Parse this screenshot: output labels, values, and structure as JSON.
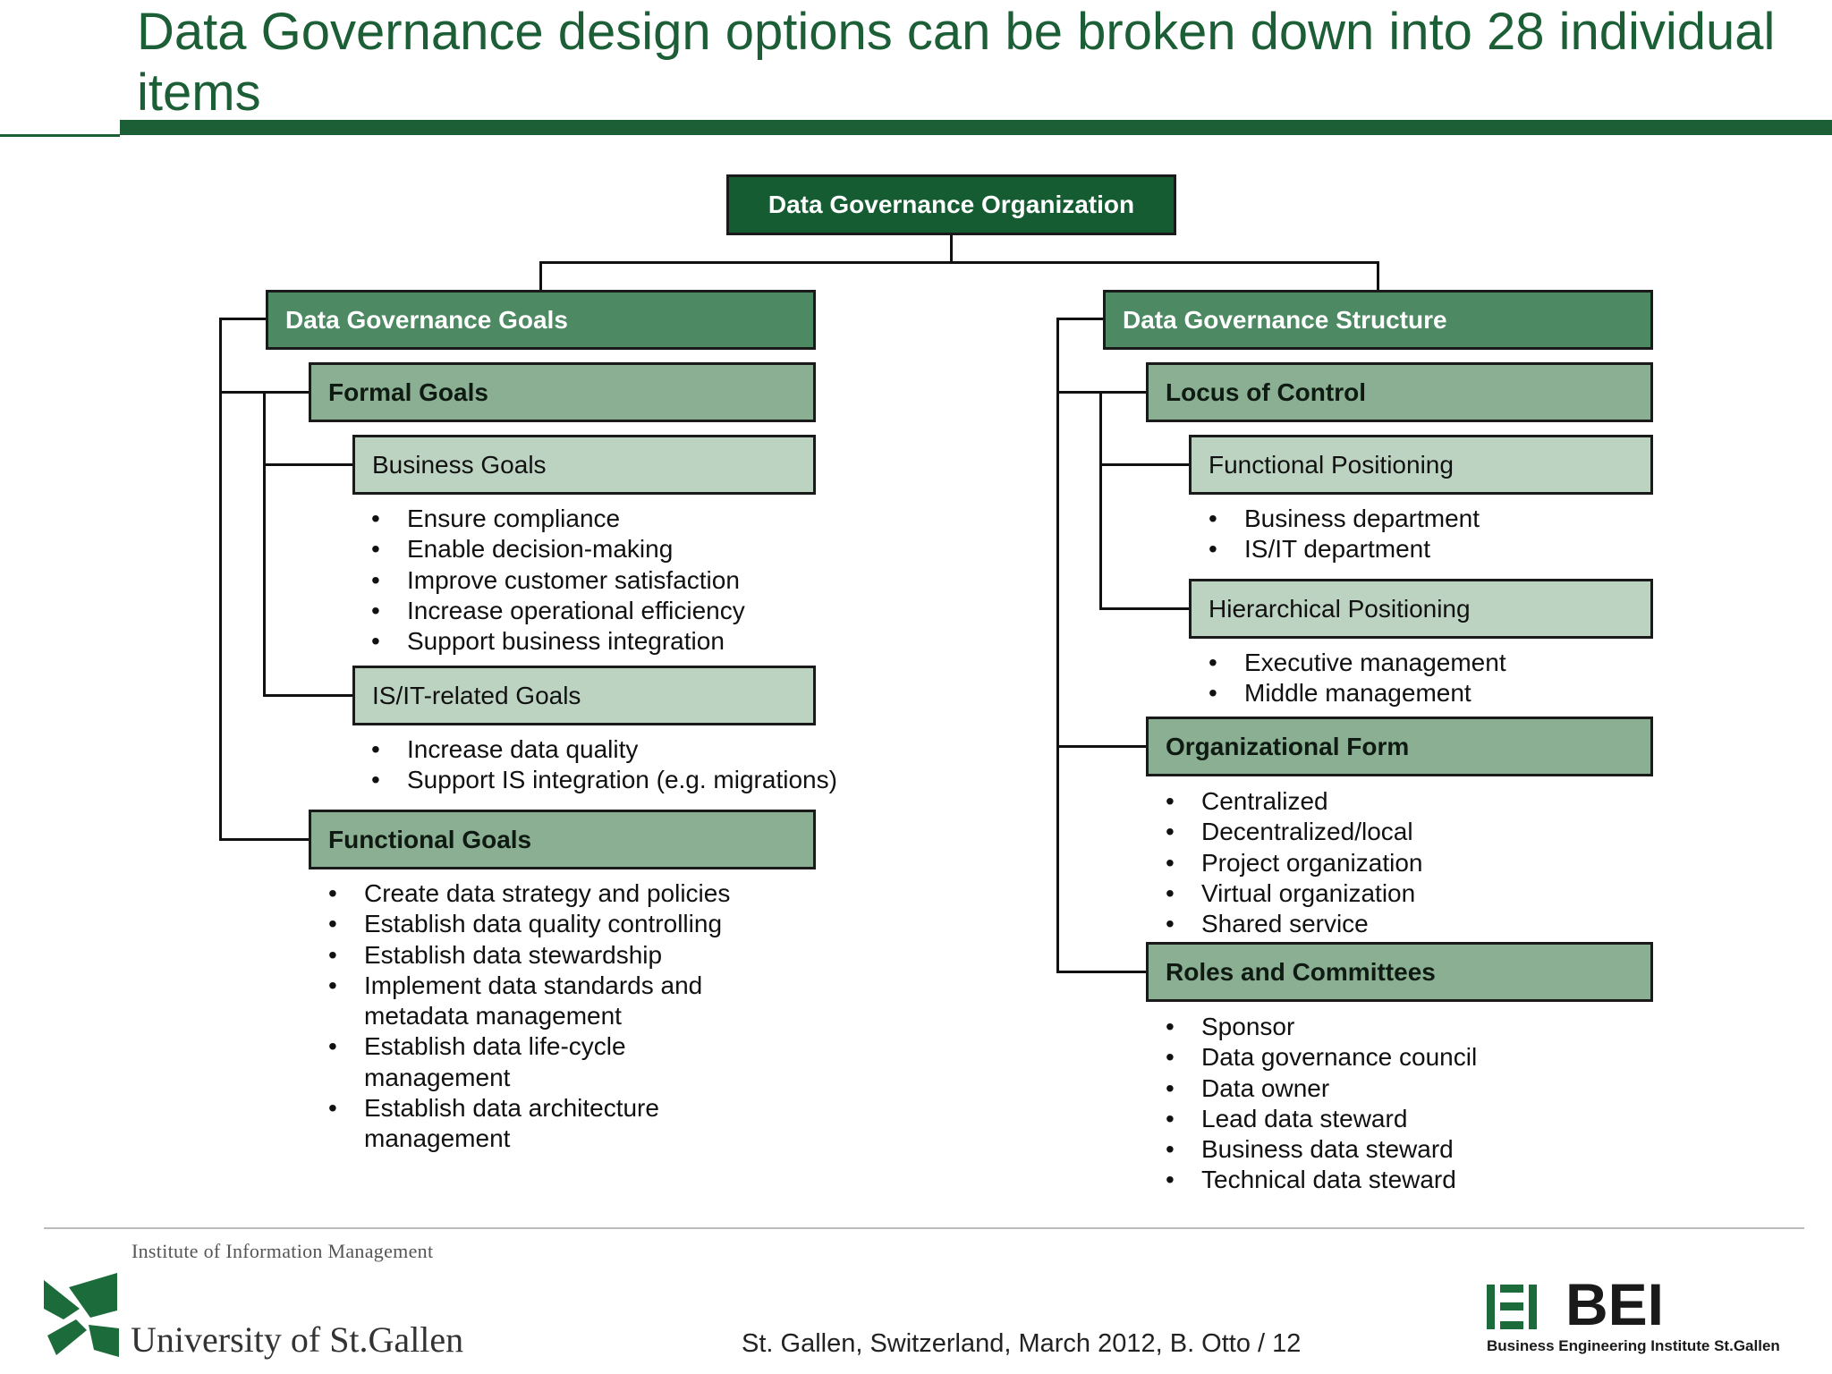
{
  "title": "Data Governance design options can be broken down into 28 individual items",
  "diagram": {
    "root": "Data Governance Organization",
    "goals": {
      "label": "Data Governance Goals",
      "formal": {
        "label": "Formal Goals",
        "business": {
          "label": "Business Goals",
          "items": [
            "Ensure compliance",
            "Enable decision-making",
            "Improve customer satisfaction",
            "Increase operational efficiency",
            "Support business integration"
          ]
        },
        "isit": {
          "label": "IS/IT-related Goals",
          "items": [
            "Increase data quality",
            "Support IS integration (e.g. migrations)"
          ]
        }
      },
      "functional": {
        "label": "Functional Goals",
        "items": [
          "Create data strategy and policies",
          "Establish data quality controlling",
          "Establish data stewardship",
          "Implement data standards and metadata management",
          "Establish data life-cycle management",
          "Establish data architecture management"
        ]
      }
    },
    "structure": {
      "label": "Data Governance Structure",
      "locus": {
        "label": "Locus of Control",
        "functional_positioning": {
          "label": "Functional Positioning",
          "items": [
            "Business department",
            "IS/IT department"
          ]
        },
        "hierarchical_positioning": {
          "label": "Hierarchical Positioning",
          "items": [
            "Executive management",
            "Middle management"
          ]
        }
      },
      "org_form": {
        "label": "Organizational Form",
        "items": [
          "Centralized",
          "Decentralized/local",
          "Project organization",
          "Virtual organization",
          "Shared service"
        ]
      },
      "roles": {
        "label": "Roles and Committees",
        "items": [
          "Sponsor",
          "Data governance council",
          "Data owner",
          "Lead data steward",
          "Business data steward",
          "Technical data steward"
        ]
      }
    }
  },
  "footer": {
    "institute": "Institute of Information Management",
    "university": "University of St.Gallen",
    "credit": "St. Gallen, Switzerland, March 2012, B. Otto / 12",
    "bei": "BEI",
    "bei_full": "Business Engineering Institute St.Gallen"
  },
  "colors": {
    "title": "#1c5e36",
    "root_box": "#155c33",
    "level1_box": "#4d8962",
    "level2_box": "#8aaf92",
    "level3_box": "#bdd3c2"
  }
}
